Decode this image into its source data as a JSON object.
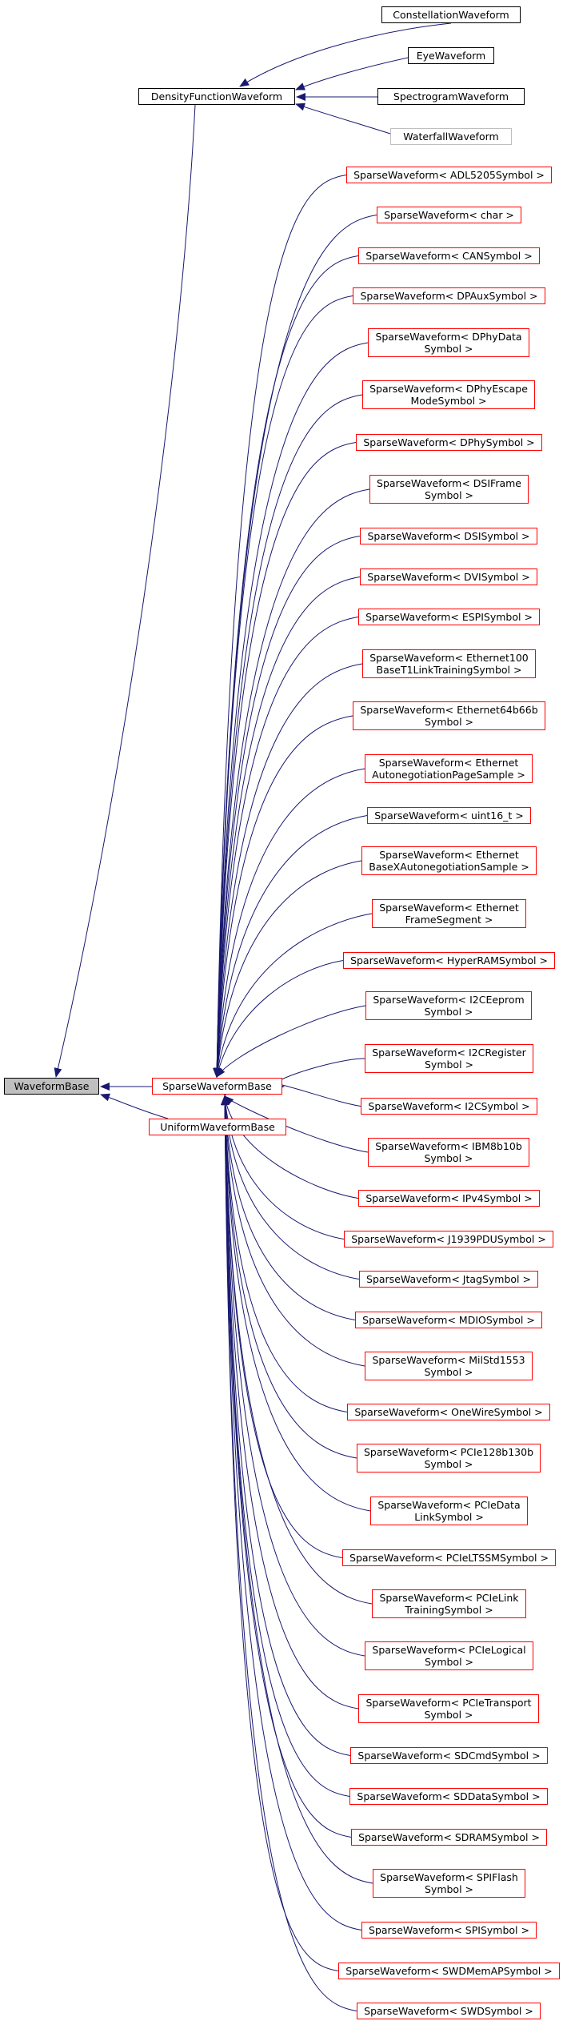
{
  "colors": {
    "edge": "#191970",
    "red_border": "#ff0000",
    "grey_border": "#bfbfbf",
    "black_border": "#000000",
    "base_fill": "#bfbfbf"
  },
  "nodes": {
    "waveform_base": "WaveformBase",
    "density_function_waveform": "DensityFunctionWaveform",
    "sparse_waveform_base": "SparseWaveformBase",
    "uniform_waveform_base": "UniformWaveformBase",
    "constellation_waveform": "ConstellationWaveform",
    "eye_waveform": "EyeWaveform",
    "spectrogram_waveform": "SpectrogramWaveform",
    "waterfall_waveform": "WaterfallWaveform"
  },
  "sparse_children": [
    [
      "SparseWaveform< ADL5205Symbol >"
    ],
    [
      "SparseWaveform< char >"
    ],
    [
      "SparseWaveform< CANSymbol >"
    ],
    [
      "SparseWaveform< DPAuxSymbol >"
    ],
    [
      "SparseWaveform< DPhyData",
      "Symbol >"
    ],
    [
      "SparseWaveform< DPhyEscape",
      "ModeSymbol >"
    ],
    [
      "SparseWaveform< DPhySymbol >"
    ],
    [
      "SparseWaveform< DSIFrame",
      "Symbol >"
    ],
    [
      "SparseWaveform< DSISymbol >"
    ],
    [
      "SparseWaveform< DVISymbol >"
    ],
    [
      "SparseWaveform< ESPISymbol >"
    ],
    [
      "SparseWaveform< Ethernet100",
      "BaseT1LinkTrainingSymbol >"
    ],
    [
      "SparseWaveform< Ethernet64b66b",
      "Symbol >"
    ],
    [
      "SparseWaveform< Ethernet",
      "AutonegotiationPageSample >"
    ],
    [
      "SparseWaveform< uint16_t >"
    ],
    [
      "SparseWaveform< Ethernet",
      "BaseXAutonegotiationSample >"
    ],
    [
      "SparseWaveform< Ethernet",
      "FrameSegment >"
    ],
    [
      "SparseWaveform< HyperRAMSymbol >"
    ],
    [
      "SparseWaveform< I2CEeprom",
      "Symbol >"
    ],
    [
      "SparseWaveform< I2CRegister",
      "Symbol >"
    ],
    [
      "SparseWaveform< I2CSymbol >"
    ],
    [
      "SparseWaveform< IBM8b10b",
      "Symbol >"
    ],
    [
      "SparseWaveform< IPv4Symbol >"
    ],
    [
      "SparseWaveform< J1939PDUSymbol >"
    ],
    [
      "SparseWaveform< JtagSymbol >"
    ],
    [
      "SparseWaveform< MDIOSymbol >"
    ],
    [
      "SparseWaveform< MilStd1553",
      "Symbol >"
    ],
    [
      "SparseWaveform< OneWireSymbol >"
    ],
    [
      "SparseWaveform< PCIe128b130b",
      "Symbol >"
    ],
    [
      "SparseWaveform< PCIeData",
      "LinkSymbol >"
    ],
    [
      "SparseWaveform< PCIeLTSSMSymbol >"
    ],
    [
      "SparseWaveform< PCIeLink",
      "TrainingSymbol >"
    ],
    [
      "SparseWaveform< PCIeLogical",
      "Symbol >"
    ],
    [
      "SparseWaveform< PCIeTransport",
      "Symbol >"
    ],
    [
      "SparseWaveform< SDCmdSymbol >"
    ],
    [
      "SparseWaveform< SDDataSymbol >"
    ],
    [
      "SparseWaveform< SDRAMSymbol >"
    ],
    [
      "SparseWaveform< SPIFlash",
      "Symbol >"
    ],
    [
      "SparseWaveform< SPISymbol >"
    ],
    [
      "SparseWaveform< SWDMemAPSymbol >"
    ],
    [
      "SparseWaveform< SWDSymbol >"
    ]
  ]
}
